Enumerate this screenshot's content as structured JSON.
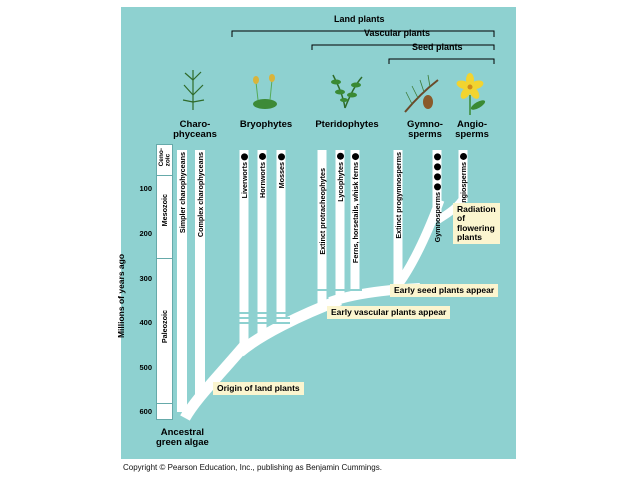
{
  "headers": {
    "land_plants": "Land plants",
    "vascular_plants": "Vascular plants",
    "seed_plants": "Seed plants"
  },
  "taxa": {
    "charophyceans": "Charo-\nphyceans",
    "bryophytes": "Bryophytes",
    "pteridophytes": "Pteridophytes",
    "gymnosperms": "Gymno-\nsperms",
    "angiosperms": "Angio-\nsperms"
  },
  "branches": {
    "simpler_charophyceans": "Simpler charophyceans",
    "complex_charophyceans": "Complex charophyceans",
    "liverworts": "Liverworts",
    "hornworts": "Hornworts",
    "mosses": "Mosses",
    "extinct_protracheophytes": "Extinct protracheophytes",
    "lycophytes": "Lycophytes",
    "ferns": "Ferns, horsetails, whisk ferns",
    "extinct_progymnosperms": "Extinct progymnosperms",
    "gymnosperms_branch": "Gymnosperms",
    "angiosperms_branch": "Angiosperms"
  },
  "eras": {
    "cenozoic": "Ceno-\nzoic",
    "mesozoic": "Mesozoic",
    "paleozoic": "Paleozoic"
  },
  "axis": {
    "label": "Millions of years ago",
    "ticks": [
      "100",
      "200",
      "300",
      "400",
      "500",
      "600"
    ]
  },
  "callouts": {
    "radiation": "Radiation\nof\nflowering\nplants",
    "early_seed": "Early seed plants appear",
    "early_vascular": "Early vascular plants appear",
    "origin": "Origin of land plants"
  },
  "root_label": "Ancestral\ngreen algae",
  "copyright": "Copyright © Pearson Education, Inc., publishing as Benjamin Cummings.",
  "colors": {
    "background": "#8ed1d0",
    "callout": "#fbf5cf",
    "branch": "#ffffff"
  }
}
